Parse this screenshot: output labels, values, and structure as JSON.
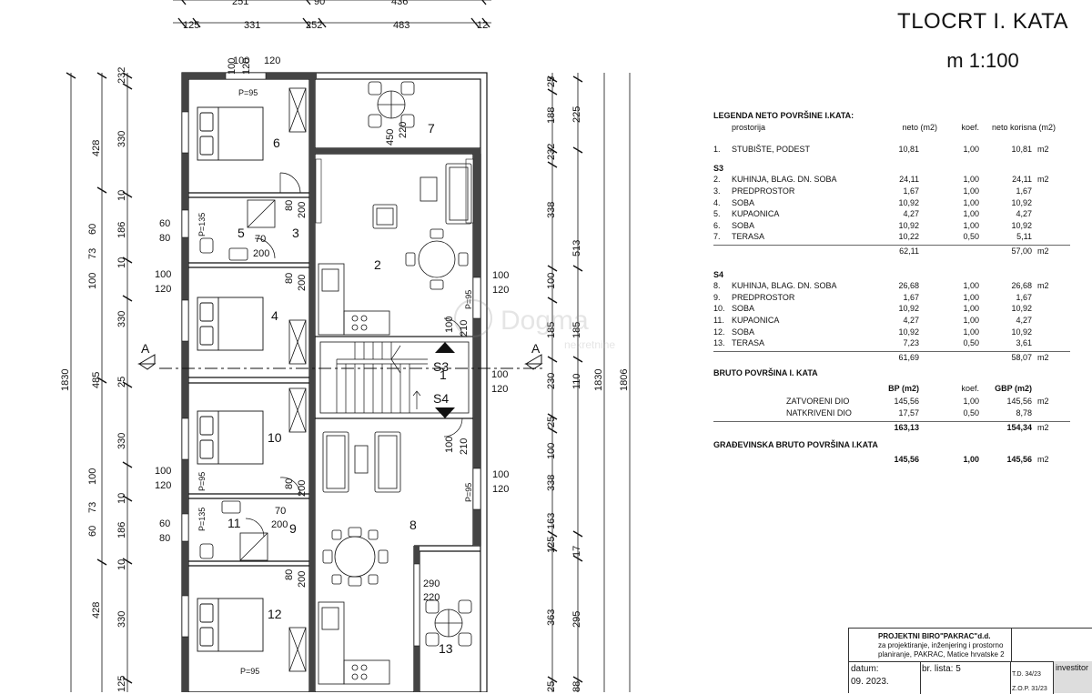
{
  "title": "TLOCRT I. KATA",
  "scale": "m 1:100",
  "watermark": "Dogma",
  "watermark_sub": "nekretnine",
  "legend": {
    "heading": "LEGENDA NETO POVRŠINE I.KATA:",
    "col_prostorija": "prostorija",
    "col_neto": "neto (m2)",
    "col_koef": "koef.",
    "col_korisna": "neto korisna (m2)",
    "common": [
      {
        "no": "1.",
        "name": "STUBIŠTE, PODEST",
        "neto": "10,81",
        "koef": "1,00",
        "kor": "10,81",
        "unit": "m2"
      }
    ],
    "s3_label": "S3",
    "s3": [
      {
        "no": "2.",
        "name": "KUHINJA, BLAG. DN. SOBA",
        "neto": "24,11",
        "koef": "1,00",
        "kor": "24,11",
        "unit": "m2"
      },
      {
        "no": "3.",
        "name": "PREDPROSTOR",
        "neto": "1,67",
        "koef": "1,00",
        "kor": "1,67",
        "unit": ""
      },
      {
        "no": "4.",
        "name": "SOBA",
        "neto": "10,92",
        "koef": "1,00",
        "kor": "10,92",
        "unit": ""
      },
      {
        "no": "5.",
        "name": "KUPAONICA",
        "neto": "4,27",
        "koef": "1,00",
        "kor": "4,27",
        "unit": ""
      },
      {
        "no": "6.",
        "name": "SOBA",
        "neto": "10,92",
        "koef": "1,00",
        "kor": "10,92",
        "unit": ""
      },
      {
        "no": "7.",
        "name": "TERASA",
        "neto": "10,22",
        "koef": "0,50",
        "kor": "5,11",
        "unit": ""
      }
    ],
    "s3_total": {
      "neto": "62,11",
      "kor": "57,00",
      "unit": "m2"
    },
    "s4_label": "S4",
    "s4": [
      {
        "no": "8.",
        "name": "KUHINJA, BLAG. DN. SOBA",
        "neto": "26,68",
        "koef": "1,00",
        "kor": "26,68",
        "unit": "m2"
      },
      {
        "no": "9.",
        "name": "PREDPROSTOR",
        "neto": "1,67",
        "koef": "1,00",
        "kor": "1,67",
        "unit": ""
      },
      {
        "no": "10.",
        "name": "SOBA",
        "neto": "10,92",
        "koef": "1,00",
        "kor": "10,92",
        "unit": ""
      },
      {
        "no": "11.",
        "name": "KUPAONICA",
        "neto": "4,27",
        "koef": "1,00",
        "kor": "4,27",
        "unit": ""
      },
      {
        "no": "12.",
        "name": "SOBA",
        "neto": "10,92",
        "koef": "1,00",
        "kor": "10,92",
        "unit": ""
      },
      {
        "no": "13.",
        "name": "TERASA",
        "neto": "7,23",
        "koef": "0,50",
        "kor": "3,61",
        "unit": ""
      }
    ],
    "s4_total": {
      "neto": "61,69",
      "kor": "58,07",
      "unit": "m2"
    },
    "bruto_heading": "BRUTO POVRŠINA  I. KATA",
    "bruto_cols": {
      "bp": "BP (m2)",
      "koef": "koef.",
      "gbp": "GBP (m2)"
    },
    "bruto": [
      {
        "name": "ZATVORENI DIO",
        "bp": "145,56",
        "koef": "1,00",
        "gbp": "145,56",
        "unit": "m2"
      },
      {
        "name": "NATKRIVENI DIO",
        "bp": "17,57",
        "koef": "0,50",
        "gbp": "8,78",
        "unit": ""
      }
    ],
    "bruto_total": {
      "bp": "163,13",
      "gbp": "154,34",
      "unit": "m2"
    },
    "gbp_heading": "GRAĐEVINSKA BRUTO POVRŠINA I.KATA",
    "gbp_row": {
      "bp": "145,56",
      "koef": "1,00",
      "gbp": "145,56",
      "unit": "m2"
    }
  },
  "stamp": {
    "firm": "PROJEKTNI BIRO\"PAKRAC\"d.d.",
    "firm_line2": "za projektiranje, inženjering i prostorno",
    "firm_line3": "planiranje, PAKRAC, Matice hrvatske 2",
    "investitor": "investitor",
    "datum_label": "datum:",
    "datum": "09. 2023.",
    "list_label": "br. lista: 5",
    "td": "T.D. 34/23",
    "zop": "Z.O.P. 31/23"
  },
  "rooms": [
    {
      "label": "1"
    },
    {
      "label": "2"
    },
    {
      "label": "3"
    },
    {
      "label": "4"
    },
    {
      "label": "5"
    },
    {
      "label": "6"
    },
    {
      "label": "7"
    },
    {
      "label": "8"
    },
    {
      "label": "9"
    },
    {
      "label": "10"
    },
    {
      "label": "11"
    },
    {
      "label": "12"
    },
    {
      "label": "13"
    }
  ],
  "apartments": {
    "s3": "S3",
    "s4": "S4"
  },
  "section_marker": "A",
  "dims_top": [
    "125",
    "331",
    "252",
    "483",
    "12"
  ],
  "dims_top_partial": [
    "251",
    "90",
    "436"
  ],
  "dims_left_outer": [
    "1830"
  ],
  "dims_left_mid": [
    "428",
    "485",
    "428"
  ],
  "dims_left_inner": [
    "232",
    "330",
    "10",
    "186",
    "10",
    "100",
    "330",
    "25",
    "330",
    "100",
    "10",
    "186",
    "10",
    "330",
    "125"
  ],
  "dims_left_small": [
    "60",
    "73",
    "60",
    "73"
  ],
  "dims_right_a": [
    "25",
    "188",
    "232",
    "338",
    "100",
    "185",
    "230",
    "25",
    "338",
    "100",
    "163",
    "125",
    "25"
  ],
  "dims_right_b": [
    "225",
    "513",
    "110",
    "185",
    "17",
    "295",
    "88",
    "363"
  ],
  "dims_right_outer": [
    "1830",
    "1806"
  ],
  "windows": {
    "w100_120": [
      "100",
      "120"
    ],
    "w60_80": [
      "60",
      "80"
    ],
    "w70_200": [
      "70",
      "200"
    ],
    "w80_200": [
      "80",
      "200"
    ],
    "w100_210": [
      "100",
      "210"
    ],
    "w450_220": [
      "450",
      "220"
    ],
    "w290_220": [
      "290",
      "220"
    ],
    "p95": "P=95",
    "p135": "P=135"
  }
}
